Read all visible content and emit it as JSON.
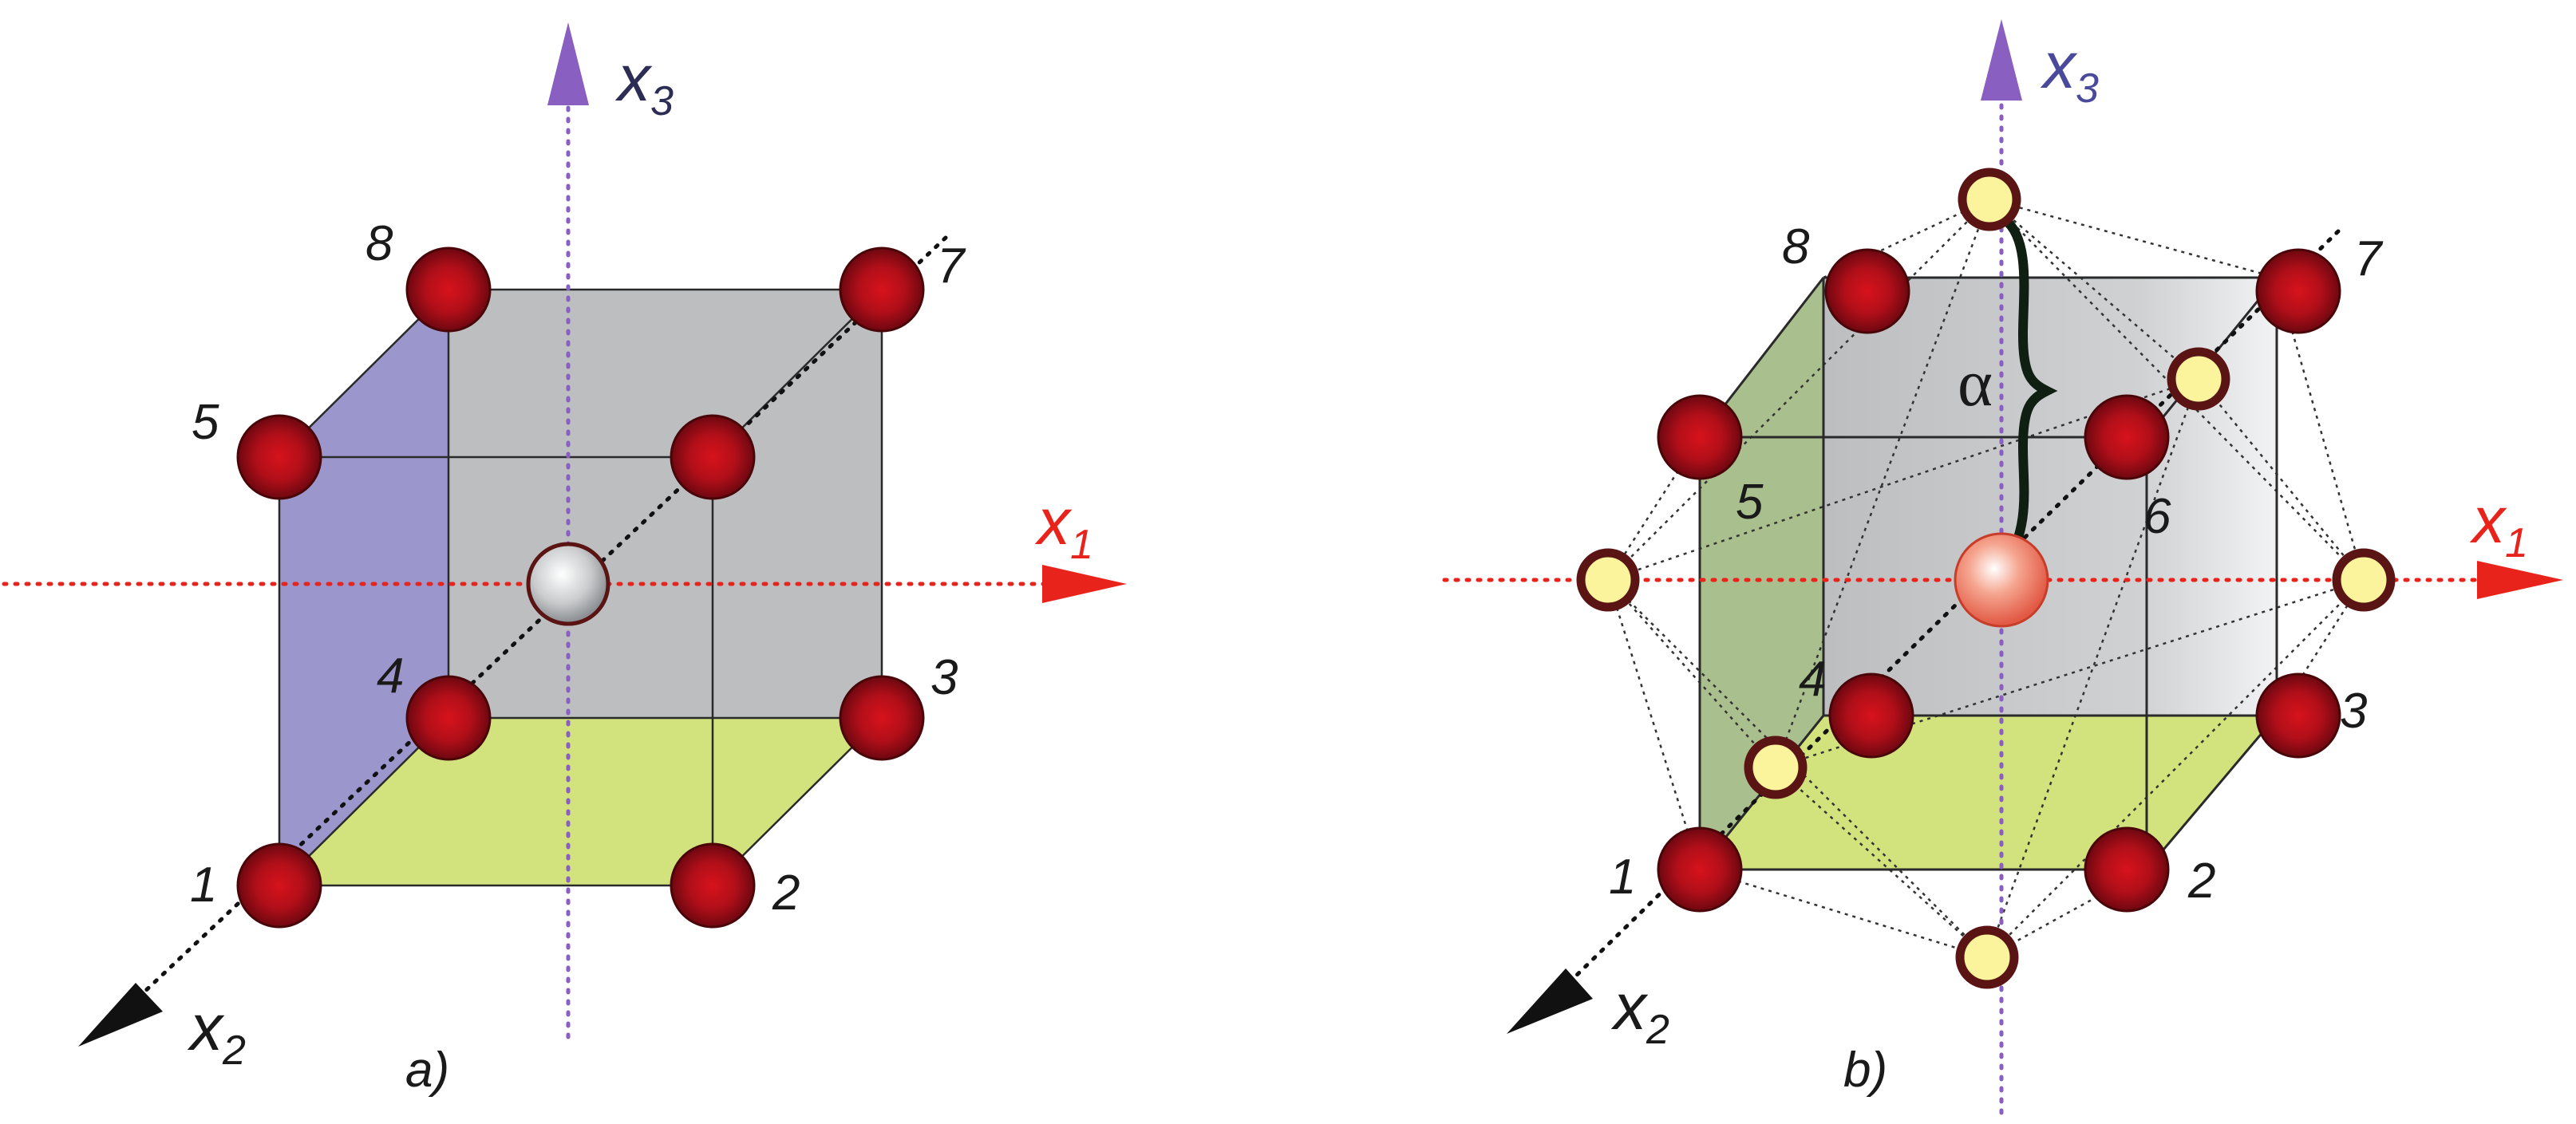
{
  "colors": {
    "atom_dark_red": "#8e0a14",
    "atom_mid_red": "#c2131d",
    "center_atom_a": "#d8dadc",
    "center_atom_b": "#f08a6f",
    "yellow_atom": "#fbf49c",
    "yellow_rim": "#5a1414",
    "x1_axis": "#e8231c",
    "x3_axis": "#8a5fc2",
    "x2_axis": "#000000",
    "face_blue": "#9b96cc",
    "face_green_side": "#a9bf8e",
    "face_green_bottom": "#d2e37e",
    "face_grey": "#bcbec0"
  },
  "panel_a": {
    "caption": "a)",
    "axis_x1": {
      "base": "x",
      "sub": "1"
    },
    "axis_x2": {
      "base": "x",
      "sub": "2"
    },
    "axis_x3": {
      "base": "x",
      "sub": "3"
    },
    "vertex_labels": [
      "1",
      "2",
      "3",
      "4",
      "5",
      "8",
      "7"
    ]
  },
  "panel_b": {
    "caption": "b)",
    "angle_label": "α",
    "axis_x1": {
      "base": "x",
      "sub": "1"
    },
    "axis_x2": {
      "base": "x",
      "sub": "2"
    },
    "axis_x3": {
      "base": "x",
      "sub": "3"
    },
    "vertex_labels": [
      "1",
      "2",
      "3",
      "4",
      "5",
      "6",
      "7",
      "8"
    ]
  }
}
